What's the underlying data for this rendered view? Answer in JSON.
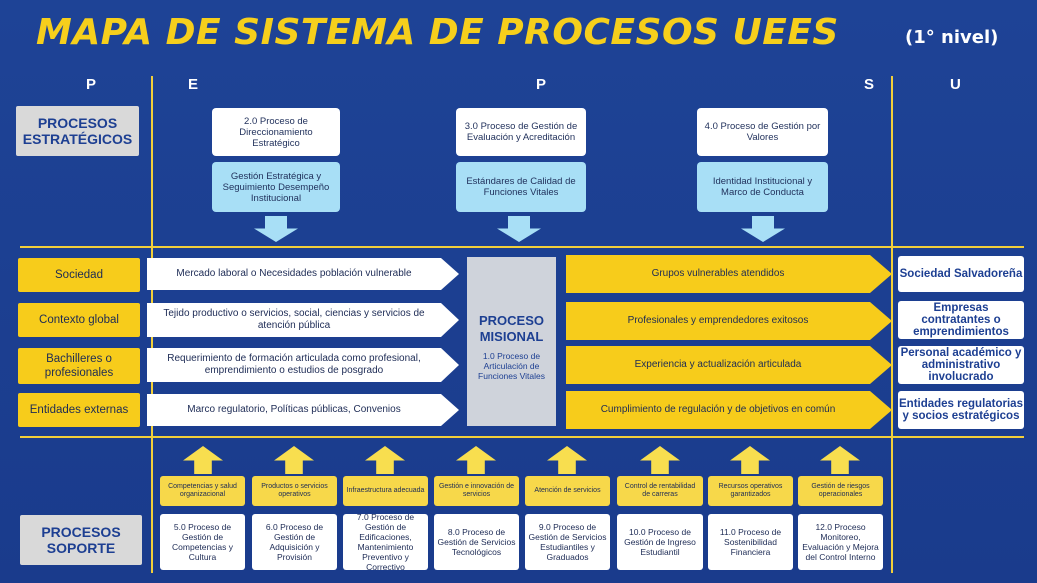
{
  "title": "MAPA DE SISTEMA DE PROCESOS UEES",
  "subtitle": "(1° nivel)",
  "columns": [
    "P",
    "E",
    "P",
    "S",
    "U"
  ],
  "strategic": {
    "label": "PROCESOS ESTRATÉGICOS",
    "items": [
      {
        "title": "2.0 Proceso de Direccionamiento Estratégico",
        "sub": "Gestión Estratégica y Seguimiento Desempeño Institucional"
      },
      {
        "title": "3.0 Proceso de Gestión de Evaluación y Acreditación",
        "sub": "Estándares de Calidad de Funciones Vitales"
      },
      {
        "title": "4.0 Proceso de Gestión por Valores",
        "sub": "Identidad Institucional y Marco de Conducta"
      }
    ]
  },
  "inputs": [
    {
      "supplier": "Sociedad",
      "input": "Mercado laboral o Necesidades población vulnerable"
    },
    {
      "supplier": "Contexto global",
      "input": "Tejido productivo o servicios, social, ciencias y servicios de atención pública"
    },
    {
      "supplier": "Bachilleres o profesionales",
      "input": "Requerimiento de formación articulada como profesional, emprendimiento o estudios de posgrado"
    },
    {
      "supplier": "Entidades externas",
      "input": "Marco regulatorio, Políticas públicas, Convenios"
    }
  ],
  "mission": {
    "title": "PROCESO MISIONAL",
    "sub": "1.0 Proceso de Articulación de Funciones Vitales"
  },
  "outputs": [
    {
      "output": "Grupos vulnerables atendidos",
      "user": "Sociedad Salvadoreña"
    },
    {
      "output": "Profesionales y emprendedores exitosos",
      "user": "Empresas contratantes o emprendimientos"
    },
    {
      "output": "Experiencia y actualización articulada",
      "user": "Personal académico y administrativo involucrado"
    },
    {
      "output": "Cumplimiento de regulación y de objetivos en común",
      "user": "Entidades regulatorias y socios estratégicos"
    }
  ],
  "support": {
    "label": "PROCESOS SOPORTE",
    "items": [
      {
        "top": "Competencias y salud organizacional",
        "box": "5.0 Proceso de Gestión de Competencias y Cultura"
      },
      {
        "top": "Productos o servicios operativos",
        "box": "6.0 Proceso de Gestión de Adquisición y Provisión"
      },
      {
        "top": "Infraestructura adecuada",
        "box": "7.0 Proceso de Gestión de Edificaciones, Mantenimiento Preventivo y Correctivo"
      },
      {
        "top": "Gestión e innovación de servicios",
        "box": "8.0 Proceso de Gestión de Servicios Tecnológicos"
      },
      {
        "top": "Atención de servicios",
        "box": "9.0 Proceso de Gestión de Servicios Estudiantiles y Graduados"
      },
      {
        "top": "Control de rentabilidad de carreras",
        "box": "10.0 Proceso de Gestión de Ingreso Estudiantil"
      },
      {
        "top": "Recursos operativos garantizados",
        "box": "11.0 Proceso de Sostenibilidad Financiera"
      },
      {
        "top": "Gestión de riesgos operacionales",
        "box": "12.0 Proceso Monitoreo, Evaluación y Mejora del Control Interno"
      }
    ]
  },
  "colors": {
    "background": "#1d3f92",
    "accent_yellow": "#f7cc1b",
    "light_blue": "#a8dff6",
    "gray": "#d9d9d9"
  }
}
